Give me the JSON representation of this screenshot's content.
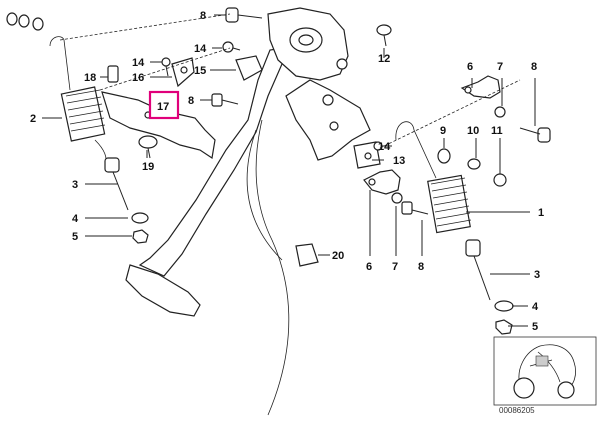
{
  "callouts": {
    "c1": "1",
    "c2": "2",
    "c3a": "3",
    "c3b": "3",
    "c4a": "4",
    "c4b": "4",
    "c5a": "5",
    "c5b": "5",
    "c6a": "6",
    "c6b": "6",
    "c7a": "7",
    "c7b": "7",
    "c8a": "8",
    "c8b": "8",
    "c8c": "8",
    "c8d": "8",
    "c9": "9",
    "c10": "10",
    "c11": "11",
    "c12": "12",
    "c13": "13",
    "c14a": "14",
    "c14b": "14",
    "c14c": "14",
    "c15": "15",
    "c16": "16",
    "c17": "17",
    "c18": "18",
    "c19": "19",
    "c20": "20"
  },
  "highlight_color": "#e0007a",
  "diagram_ref": "00086205"
}
